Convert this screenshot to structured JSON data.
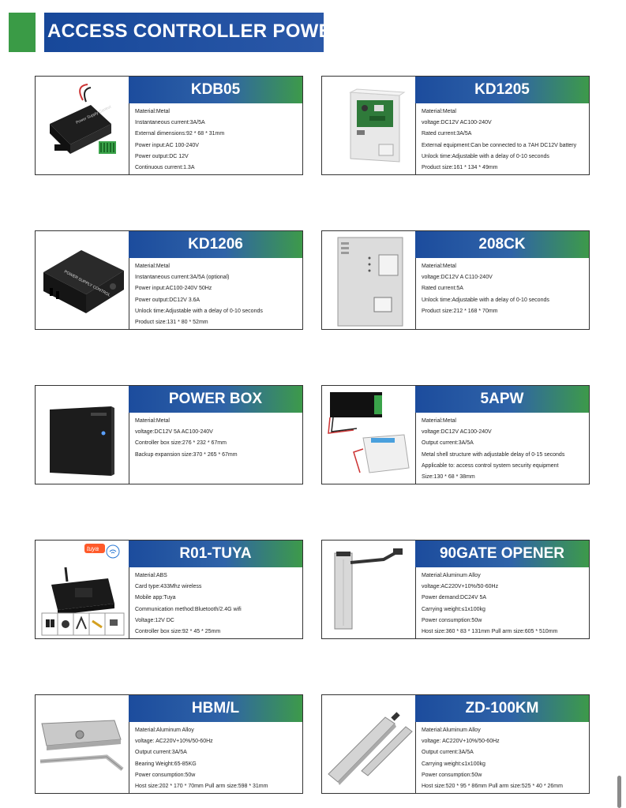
{
  "header": {
    "title": "ACCESS CONTROLLER POWER"
  },
  "products": [
    {
      "title": "KDB05",
      "specs": [
        "Material:Metal",
        "Instantaneous current:3A/5A",
        "External dimensions:92 * 68 * 31mm",
        "Power input:AC 100-240V",
        "Power output:DC 12V",
        "Continuous current:1.3A"
      ]
    },
    {
      "title": "KD1205",
      "specs": [
        "Material:Metal",
        "voltage:DC12V  AC100-240V",
        "Rated current:3A/5A",
        "External equipment:Can be connected to a 7AH DC12V battery",
        "Unlock time:Adjustable with a delay of 0-10 seconds",
        "Product size:161 * 134 * 49mm"
      ]
    },
    {
      "title": "KD1206",
      "specs": [
        "Material:Metal",
        "Instantaneous current:3A/5A (optional)",
        "Power input:AC100-240V 50Hz",
        "Power output:DC12V 3.6A",
        "Unlock time:Adjustable with a delay of 0-10 seconds",
        "Product size:131 * 80 * 52mm"
      ]
    },
    {
      "title": "208CK",
      "specs": [
        "Material:Metal",
        "voltage:DC12V A C110-240V",
        "Rated current:5A",
        "Unlock time:Adjustable with a delay of 0-10 seconds",
        "Product size:212 * 168 * 70mm"
      ]
    },
    {
      "title": "POWER BOX",
      "specs": [
        "Material:Metal",
        "voltage:DC12V 5A    AC100-240V",
        "Controller box size:276 * 232 * 67mm",
        "Backup expansion size:370 * 265 * 67mm"
      ]
    },
    {
      "title": "5APW",
      "specs": [
        "Material:Metal",
        "voltage:DC12V AC100-240V",
        "Output current:3A/5A",
        "Metal shell structure with adjustable delay of 0-15 seconds",
        "Applicable to: access control system security equipment",
        "Size:130 * 68 * 38mm"
      ]
    },
    {
      "title": "R01-TUYA",
      "specs": [
        "Material:ABS",
        "Card type:433Mhz wireless",
        "Mobile app:Tuya",
        "Communication method:Bluetooth/2.4G wifi",
        "Voltage:12V DC",
        "Controller box size:92 * 45 * 25mm"
      ]
    },
    {
      "title": "90GATE OPENER",
      "specs": [
        "Material:Aluminum Alloy",
        "voltage:AC220V+10%/50-60Hz",
        "Power demand:DC24V 5A",
        "Carrying weight:≤1x100kg",
        "Power consumption:50w",
        "Host size:360 * 83 * 131mm   Pull arm size:605 * 510mm"
      ]
    },
    {
      "title": "HBM/L",
      "specs": [
        "Material:Aluminum Alloy",
        "voltage: AC220V+10%/50-60Hz",
        "Output current:3A/5A",
        "Bearing Weight:65-85KG",
        "Power consumption:50w",
        "Host size:202 * 170 * 70mm   Pull arm size:598 * 31mm"
      ]
    },
    {
      "title": "ZD-100KM",
      "specs": [
        "Material:Aluminum Alloy",
        "voltage: AC220V+10%/50-60Hz",
        "Output current:3A/5A",
        "Carrying weight:≤1x100kg",
        "Power consumption:50w",
        "Host size:520 * 95 * 86mm   Pull arm size:525 * 40 * 26mm"
      ]
    }
  ],
  "icons": {
    "tuya_logo": "tuya",
    "wifi_icon": "wifi-icon"
  },
  "colors": {
    "header_blue": "#17489a",
    "accent_green": "#3a9b46"
  }
}
